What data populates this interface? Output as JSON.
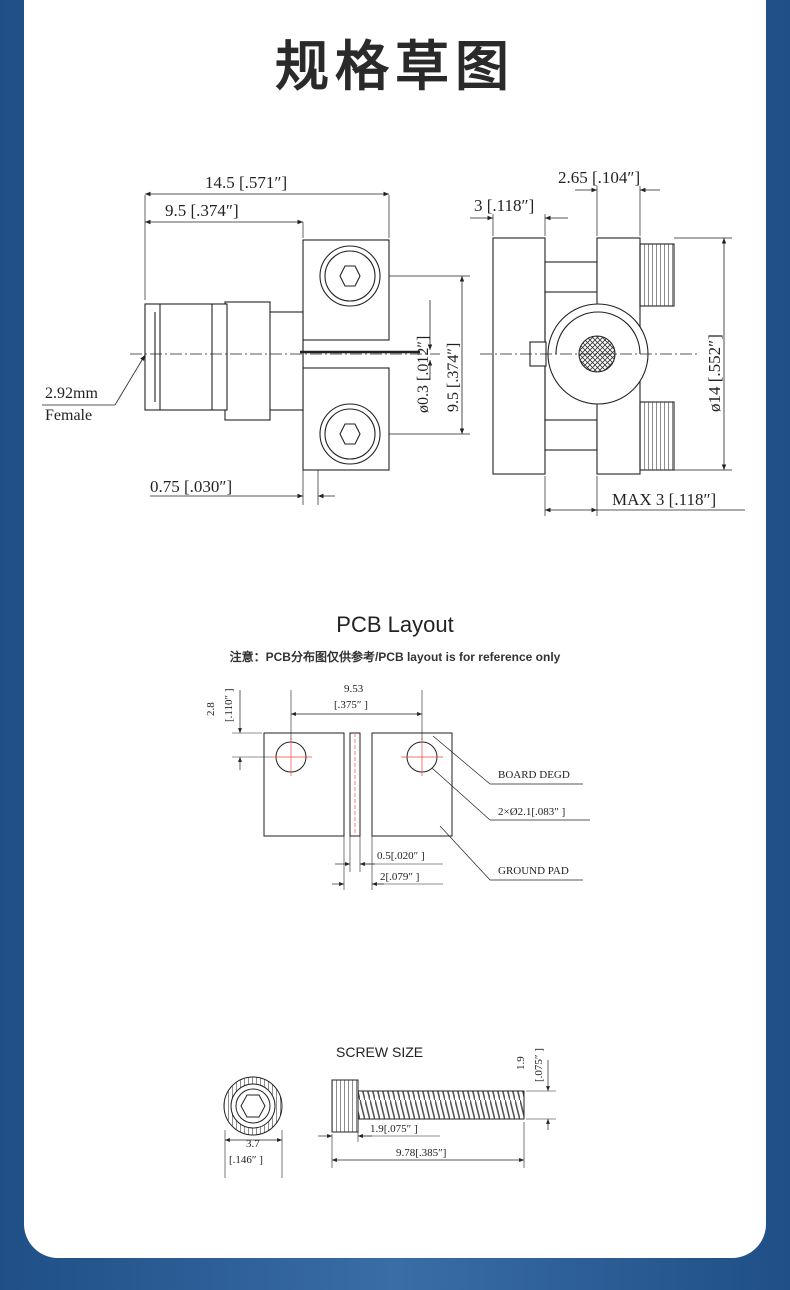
{
  "title": "规格草图",
  "drawing1": {
    "dim_overall": "14.5 [.571″]",
    "dim_body": "9.5 [.374″]",
    "dim_connector": "2.92mm",
    "dim_female": "Female",
    "dim_flange": "0.75 [.030″]",
    "dim_pin": "ø0.3 [.012″]",
    "dim_pitch": "9.5 [.374″]"
  },
  "drawing2": {
    "dim_top": "2.65 [.104″]",
    "dim_left": "3 [.118″]",
    "dim_dia": "ø14 [.552″]",
    "dim_max": "MAX 3 [.118″]"
  },
  "pcb": {
    "title": "PCB Layout",
    "note": "注意：PCB分布图仅供参考/PCB layout is for reference only",
    "dim_width": "9.53",
    "dim_width_in": "[.375″ ]",
    "dim_offset": "2.8",
    "dim_offset_in": "[.110″ ]",
    "label_board": "BOARD DEGD",
    "label_holes": "2×Ø2.1[.083″ ]",
    "label_ground": "GROUND PAD",
    "dim_gap": "0.5[.020″ ]",
    "dim_trace": "2[.079″ ]"
  },
  "screw": {
    "title": "SCREW SIZE",
    "dim_head": "3.7",
    "dim_head_in": "[.146″ ]",
    "dim_thread": "1.9",
    "dim_thread_in": "[.075″ ]",
    "dim_headlen": "1.9[.075″ ]",
    "dim_total": "9.78[.385″]"
  }
}
